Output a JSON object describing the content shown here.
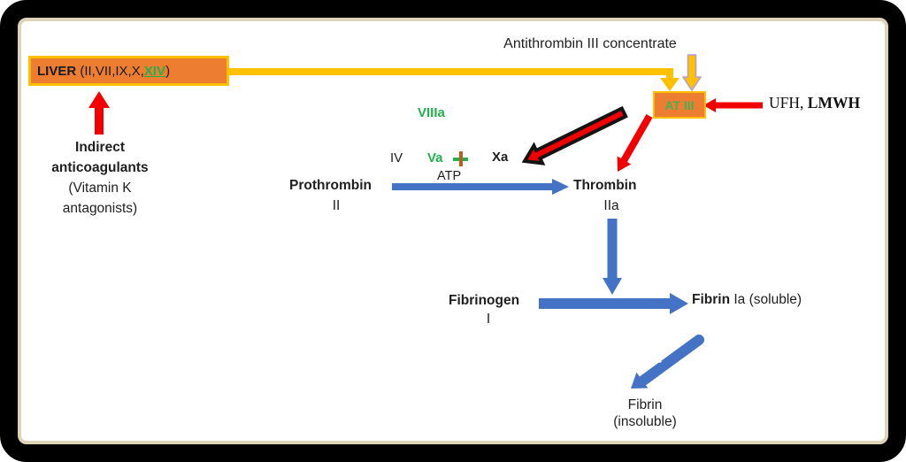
{
  "colors": {
    "orange_box": "#ED7D31",
    "yellow": "#FFC000",
    "green_text": "#22B14C",
    "blue_arrow": "#4472C4",
    "red_arrow": "#F20000",
    "lavender_outline": "#B39CD8",
    "plus_vertical": "#BE5E1E",
    "frame_black": "#000000",
    "frame_bevel": "#DDD3B9"
  },
  "labels": {
    "antithrombin_concentrate": "Antithrombin III concentrate",
    "liver": {
      "name": "LIVER",
      "factors_prefix": " (II,VII,IX,X,",
      "factor_highlight": "XIV",
      "factors_suffix": ")"
    },
    "at3": "AT III",
    "ufh": {
      "normal": "UFH, ",
      "bold": "LMWH"
    },
    "viiia": "VIIIa",
    "factor_iv": "IV",
    "factor_va": "Va",
    "factor_xa": "Xa",
    "atp": "ATP",
    "prothrombin": {
      "name": "Prothrombin",
      "factor": "II"
    },
    "thrombin": {
      "name": "Thrombin",
      "factor": "IIa"
    },
    "fibrinogen": {
      "name": "Fibrinogen",
      "factor": "I"
    },
    "fibrin_soluble": {
      "bold": "Fibrin",
      "rest": " Ia (soluble)"
    },
    "fibrin_insoluble": {
      "line1": "Fibrin",
      "line2": "(insoluble)"
    },
    "indirect_anticoagulants": {
      "line1": "Indirect",
      "line2": "anticoagulants",
      "line3": "(Vitamin K",
      "line4": "antagonists)"
    }
  },
  "icons": {
    "plus": "+",
    "arrow_check": "v"
  }
}
